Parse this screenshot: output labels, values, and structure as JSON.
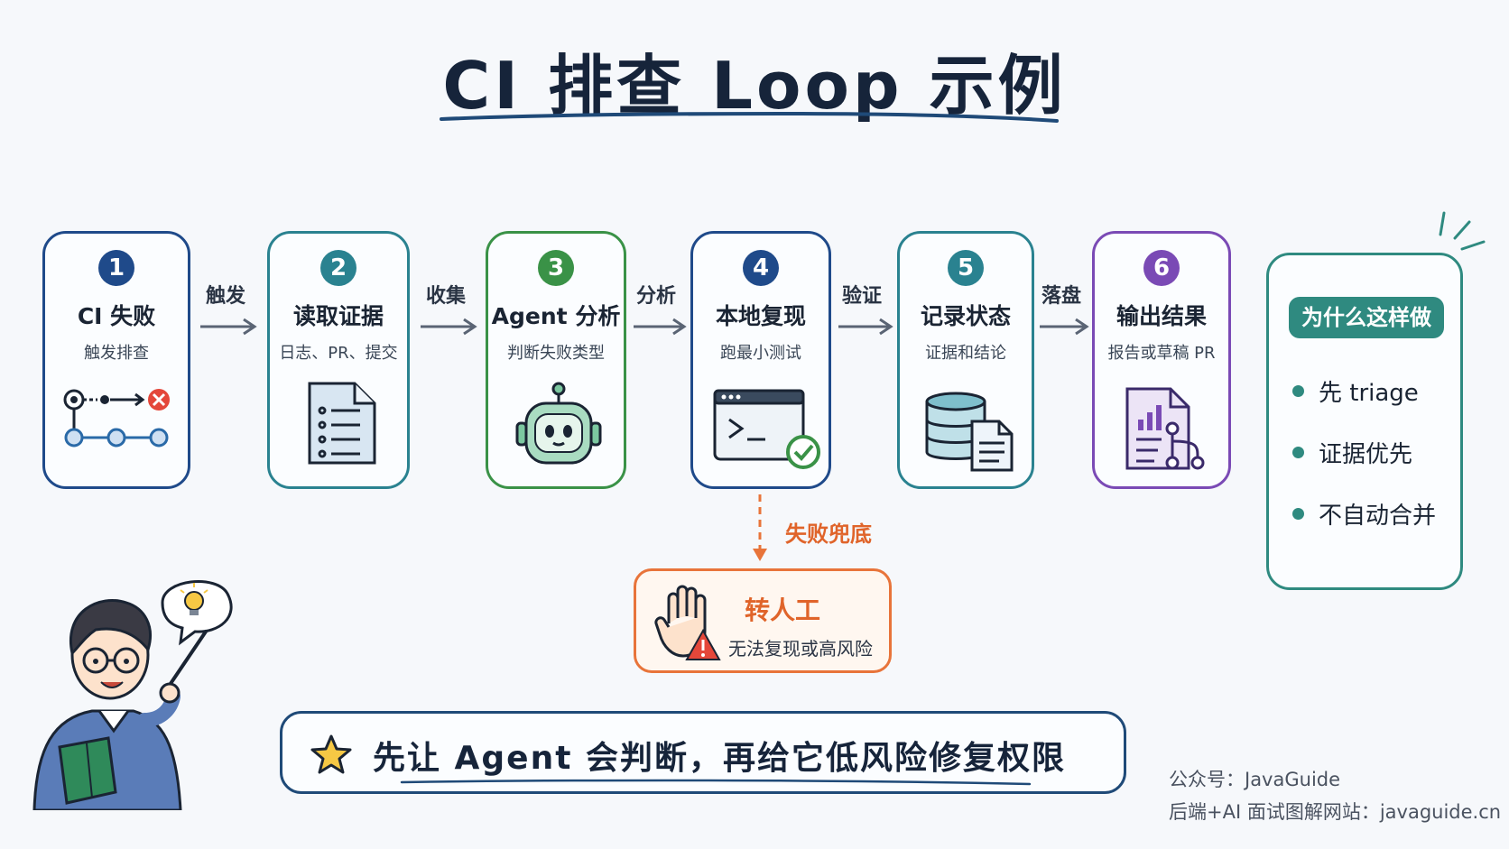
{
  "title": "CI 排查 Loop 示例",
  "steps": [
    {
      "num": "1",
      "title": "CI 失败",
      "sub": "触发排查",
      "color": "#1f4a8a"
    },
    {
      "num": "2",
      "title": "读取证据",
      "sub": "日志、PR、提交",
      "color": "#2a8290"
    },
    {
      "num": "3",
      "title": "Agent 分析",
      "sub": "判断失败类型",
      "color": "#3a9247"
    },
    {
      "num": "4",
      "title": "本地复现",
      "sub": "跑最小测试",
      "color": "#1f4a8a"
    },
    {
      "num": "5",
      "title": "记录状态",
      "sub": "证据和结论",
      "color": "#2a8290"
    },
    {
      "num": "6",
      "title": "输出结果",
      "sub": "报告或草稿 PR",
      "color": "#7a4ab5"
    }
  ],
  "arrows": [
    "触发",
    "收集",
    "分析",
    "验证",
    "落盘"
  ],
  "why": {
    "title": "为什么这样做",
    "items": [
      "先 triage",
      "证据优先",
      "不自动合并"
    ]
  },
  "fallback": {
    "label": "失败兜底",
    "title": "转人工",
    "sub": "无法复现或高风险"
  },
  "banner": "先让 Agent 会判断，再给它低风险修复权限",
  "credits": {
    "line1": "公众号：JavaGuide",
    "line2": "后端+AI 面试图解网站：javaguide.cn"
  },
  "colors": {
    "accent_orange": "#e8743a",
    "why_teal": "#2f8a80",
    "navy": "#1f4a78"
  }
}
